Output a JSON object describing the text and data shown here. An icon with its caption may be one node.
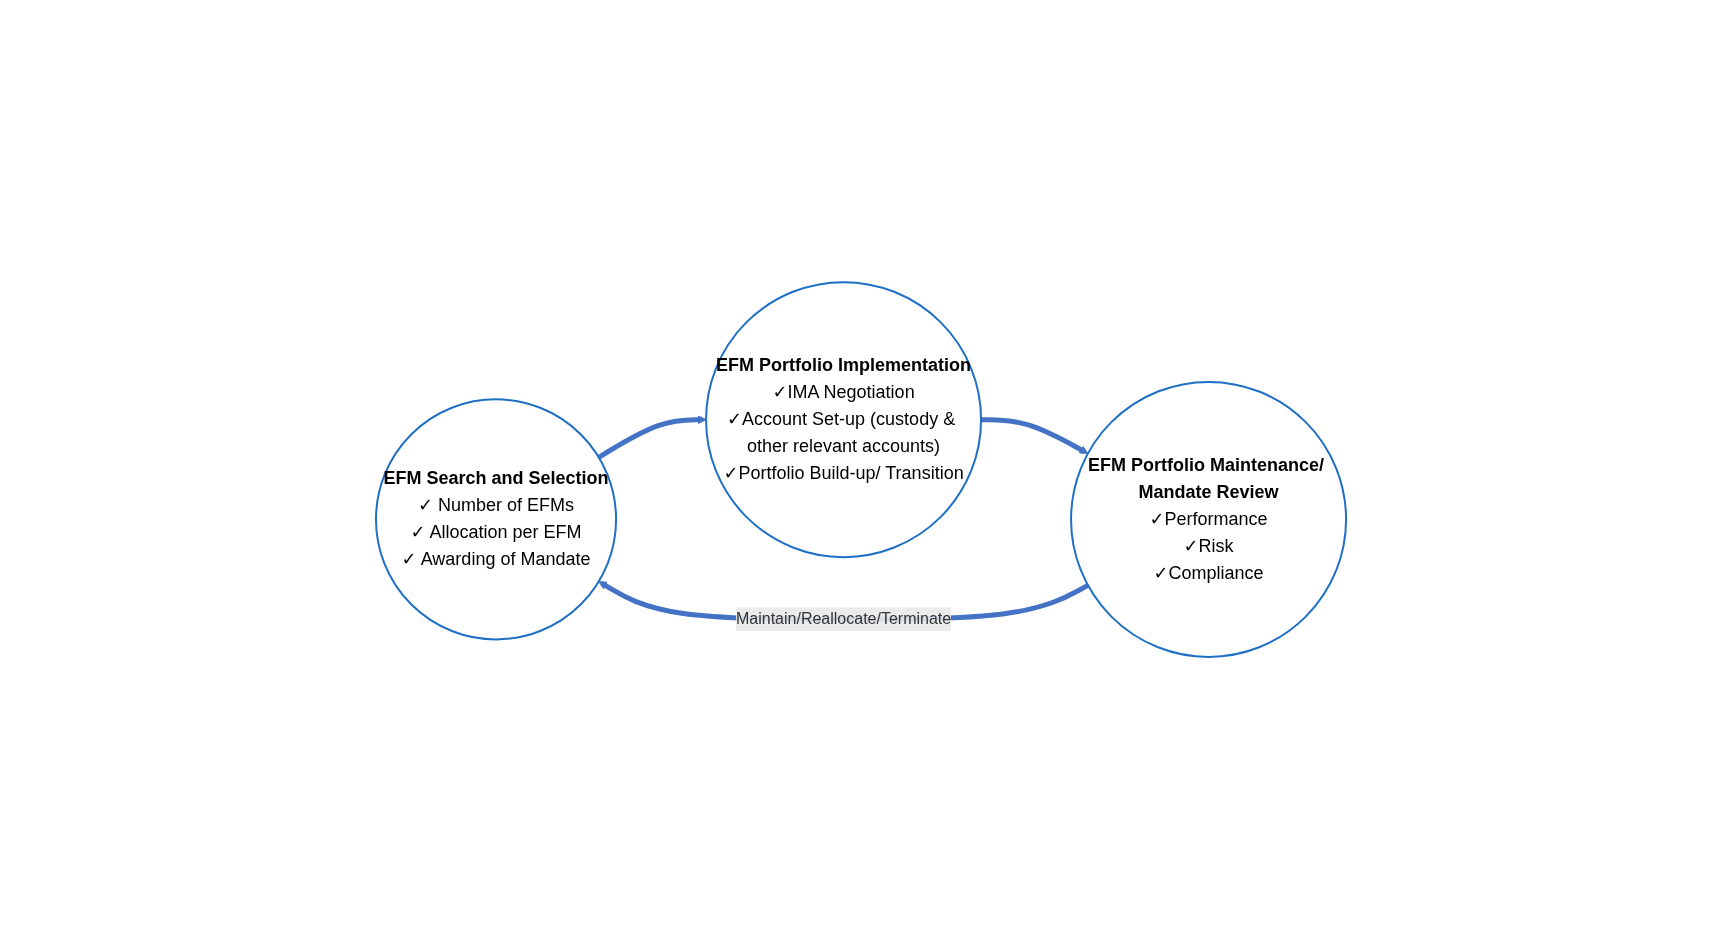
{
  "diagram": {
    "nodes": [
      {
        "text": [
          "EFM Search and Selection",
          "✓ Number of EFMs",
          "✓ Allocation per EFM",
          "✓ Awarding of Mandate"
        ]
      },
      {
        "text": [
          "EFM Portfolio Maintenance/ Mandate Review",
          "✓Performance",
          "✓Risk",
          "✓Compliance"
        ]
      },
      {
        "text": [
          "EFM Portfolio Implementation",
          "✓IMA Negotiation",
          "✓Account Set-up (custody & other relevant accounts)",
          "✓Portfolio Build-up/ Transition"
        ]
      }
    ],
    "edges": [
      {
        "from": 0,
        "to": 2,
        "arrow": "to"
      },
      {
        "from": 2,
        "to": 1,
        "arrow": "to"
      },
      {
        "from": 1,
        "to": 0,
        "arrow": "to",
        "label": "Maintain/Reallocate/Terminate"
      }
    ]
  }
}
